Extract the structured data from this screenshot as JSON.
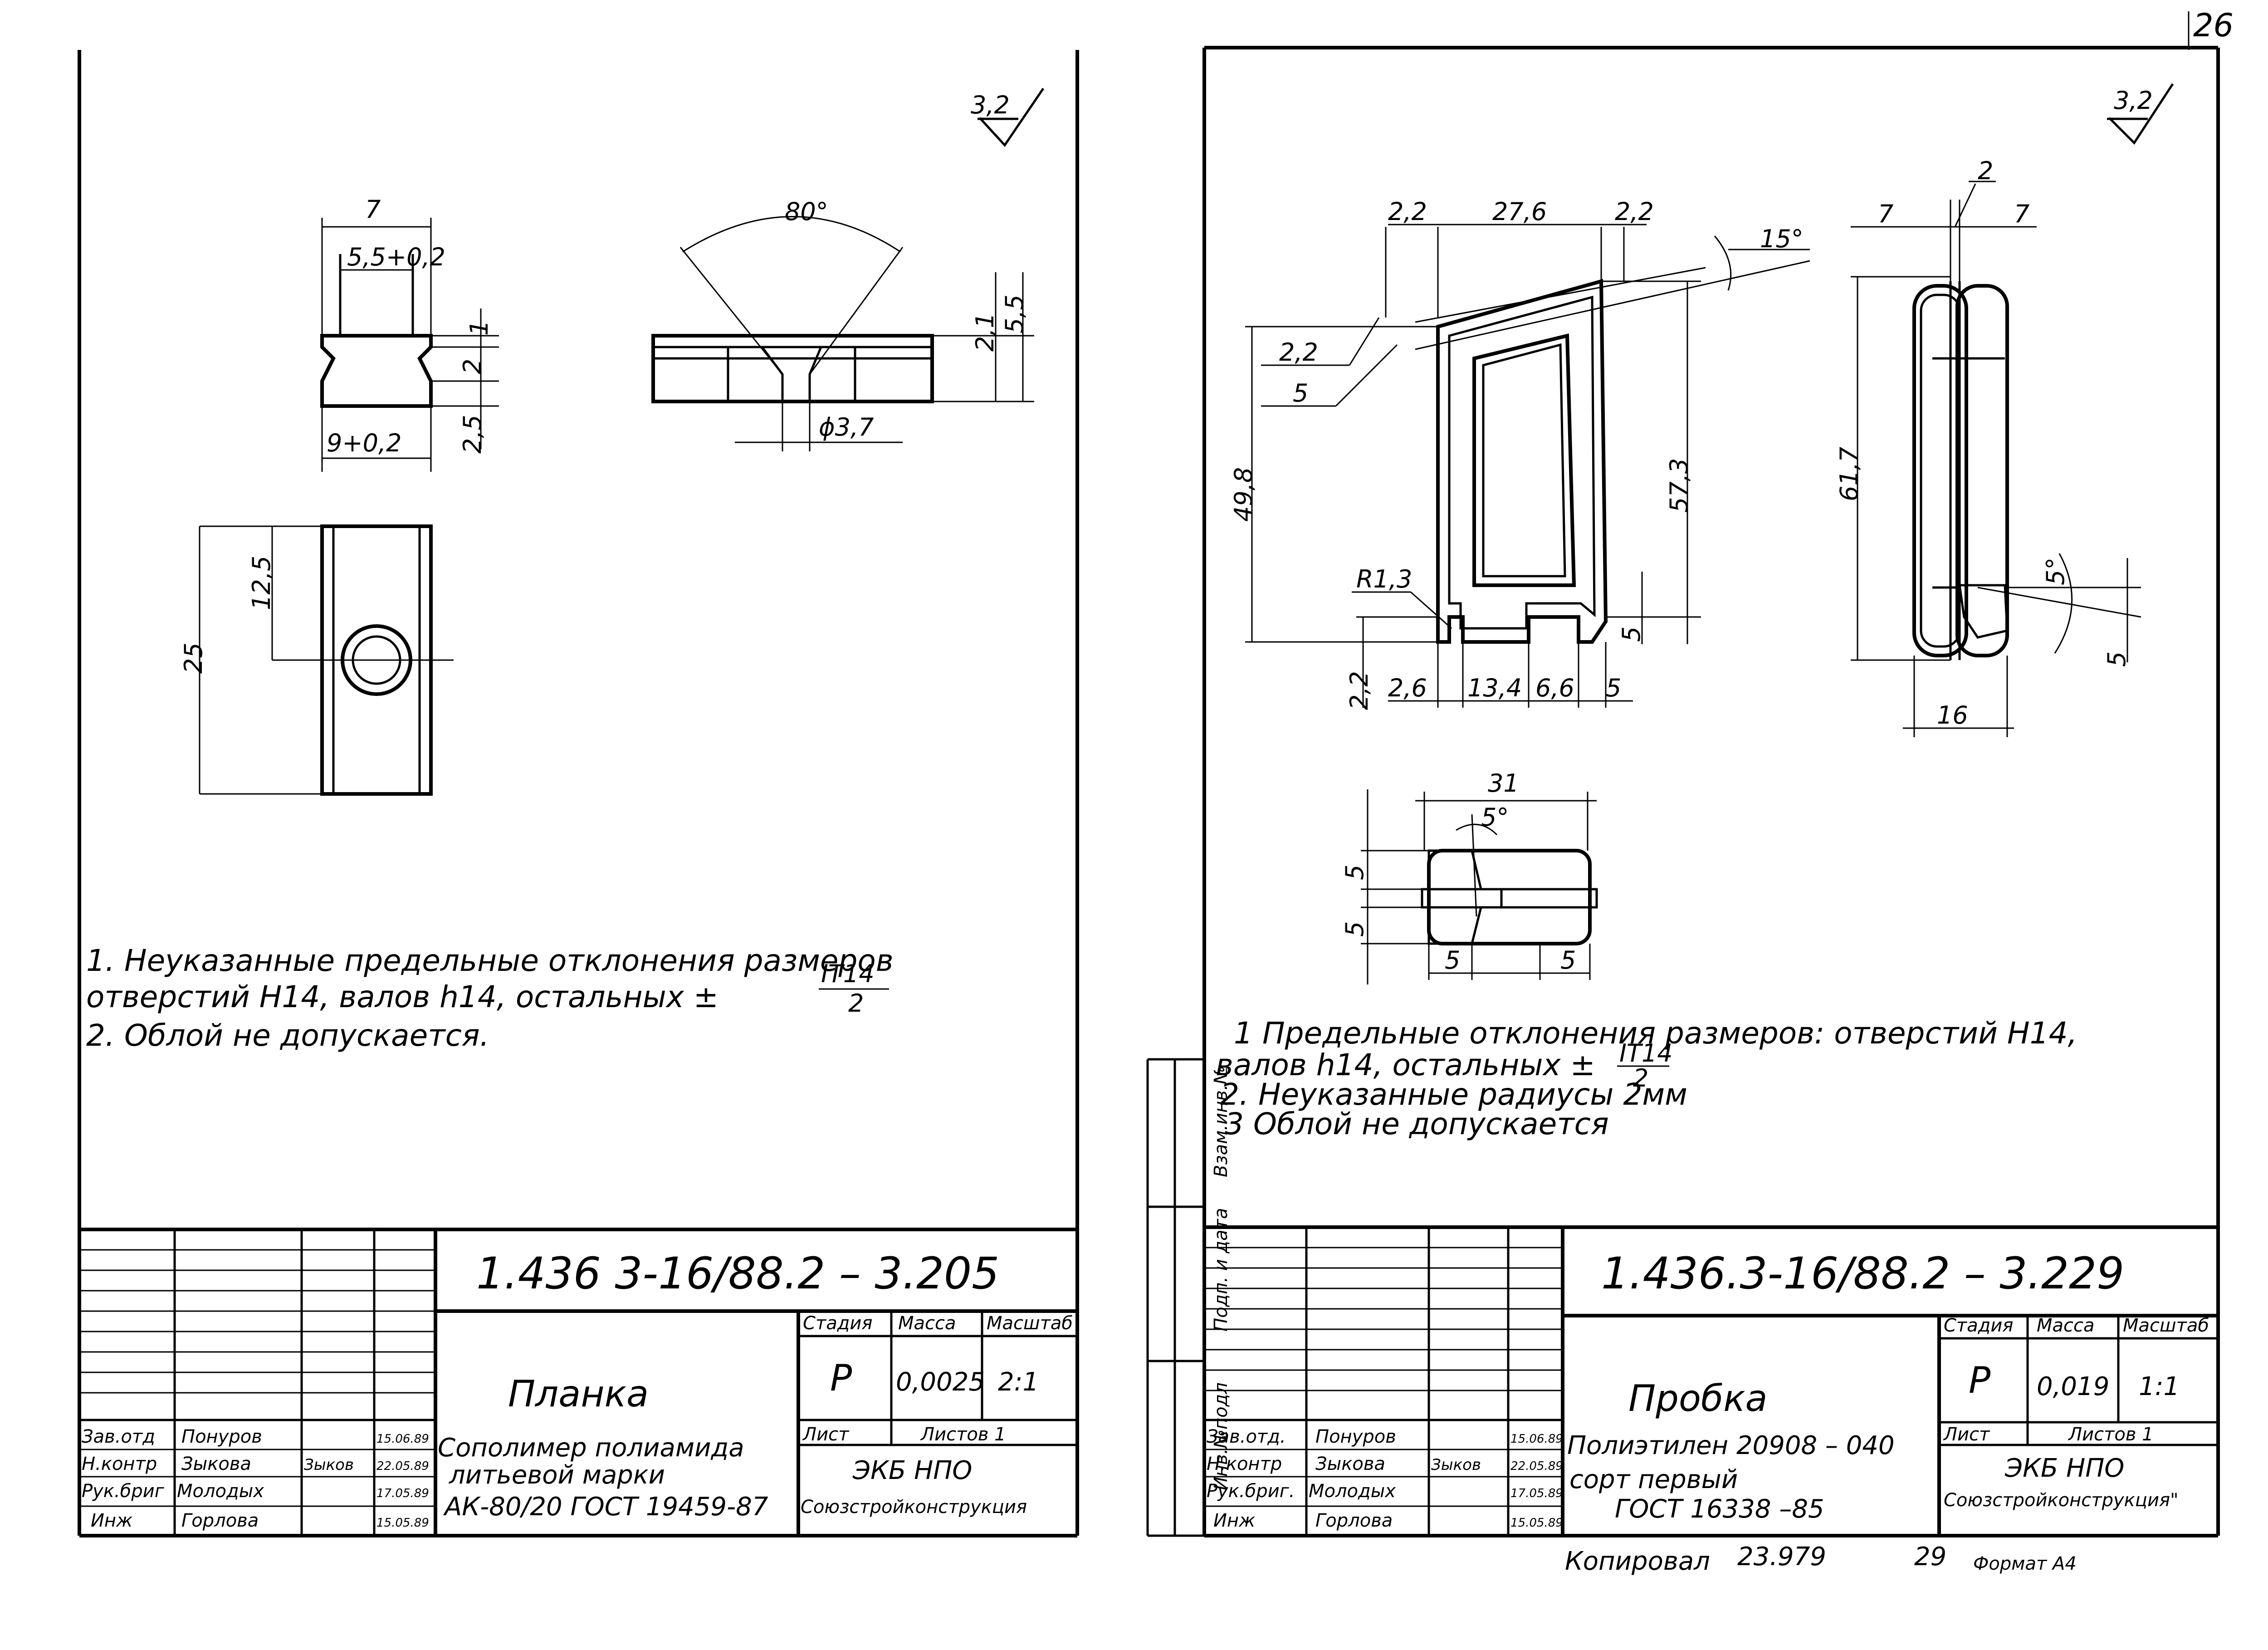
{
  "page_number": "26",
  "left_sheet": {
    "roughness": "3,2",
    "dims": {
      "d7": "7",
      "d55": "5,5+0,2",
      "d1": "1",
      "d2": "2",
      "d25": "2,5",
      "d9": "9+0,2",
      "angle80": "80°",
      "d21": "2,1",
      "d55b": "5,5",
      "dia37": "ϕ3,7",
      "d125": "12,5",
      "d25b": "25"
    },
    "notes": [
      "1. Неуказанные предельные отклонения размеров",
      "отверстий H14, валов h14, остальных ±",
      "2. Облой не допускается."
    ],
    "tolerance": {
      "num": "IT14",
      "den": "2"
    },
    "title_block": {
      "code": "1.436 3-16/88.2 – 3.205",
      "name": "Планка",
      "material": [
        "Сополимер полиамида",
        "литьевой марки",
        "АК-80/20 ГОСТ 19459-87"
      ],
      "stage_label": "Стадия",
      "mass_label": "Масса",
      "scale_label": "Масштаб",
      "stage": "Р",
      "mass": "0,0025",
      "scale": "2:1",
      "sheet_label": "Лист",
      "sheets_label": "Листов 1",
      "org": [
        "ЭКБ НПО",
        "Союзстройконструкция"
      ],
      "people": [
        {
          "role": "Зав.отд",
          "name": "Понуров",
          "date": "15.06.89"
        },
        {
          "role": "Н.контр",
          "name": "Зыкова",
          "sign": "Зыков",
          "date": "22.05.89"
        },
        {
          "role": "Рук.бриг",
          "name": "Молодых",
          "date": "17.05.89"
        },
        {
          "role": "Инж",
          "name": "Горлова",
          "date": "15.05.89"
        }
      ]
    }
  },
  "right_sheet": {
    "roughness": "3,2",
    "dims": {
      "d22a": "2,2",
      "d276": "27,6",
      "d22b": "2,2",
      "ang15": "15°",
      "d22c": "2,2",
      "d5a": "5",
      "d498": "49,8",
      "d573": "57,3",
      "r13": "R1,3",
      "d5b": "5",
      "d22d": "2,2",
      "d26": "2,6",
      "d134": "13,4",
      "d66": "6,6",
      "d5c": "5",
      "s2": "2",
      "s7a": "7",
      "s7b": "7",
      "d617": "61,7",
      "ang5": "5°",
      "s5": "5",
      "s16": "16",
      "c31": "31",
      "c5deg": "5°",
      "c5a": "5",
      "c5b": "5",
      "c5c": "5",
      "c5d": "5"
    },
    "notes": [
      "1 Предельные отклонения размеров: отверстий H14,",
      "валов h14, остальных ±",
      "2. Неуказанные радиусы 2мм",
      "3 Облой не допускается"
    ],
    "tolerance": {
      "num": "IT14",
      "den": "2"
    },
    "side_labels": [
      "Взам.инв.№",
      "Подп. и дата",
      "Инв.№подл"
    ],
    "title_block": {
      "code": "1.436.3-16/88.2 – 3.229",
      "name": "Пробка",
      "material": [
        "Полиэтилен 20908 – 040",
        "сорт первый",
        "ГОСТ 16338 –85"
      ],
      "stage_label": "Стадия",
      "mass_label": "Масса",
      "scale_label": "Масштаб",
      "stage": "Р",
      "mass": "0,019",
      "scale": "1:1",
      "sheet_label": "Лист",
      "sheets_label": "Листов 1",
      "org": [
        "ЭКБ НПО",
        "Союзстройконструкция\""
      ],
      "people": [
        {
          "role": "Зав.отд.",
          "name": "Понуров",
          "date": "15.06.89"
        },
        {
          "role": "Н.контр",
          "name": "Зыкова",
          "sign": "Зыков",
          "date": "22.05.89"
        },
        {
          "role": "Рук.бриг.",
          "name": "Молодых",
          "date": "17.05.89"
        },
        {
          "role": "Инж",
          "name": "Горлова",
          "date": "15.05.89"
        }
      ]
    },
    "footer": {
      "copied": "Копировал",
      "copy_num": "23.979",
      "copy_page": "29",
      "format": "Формат А4"
    }
  }
}
